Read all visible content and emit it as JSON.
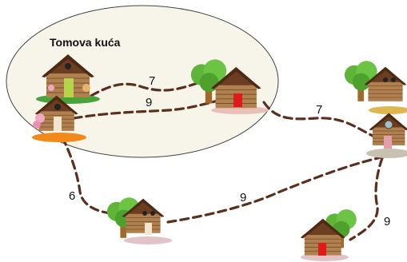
{
  "region": {
    "title": "Tomova kuća"
  },
  "roads": {
    "a": "7",
    "b": "9",
    "c": "7",
    "d": "6",
    "e": "9",
    "f": "9"
  },
  "colors": {
    "path": "#5a2f1e",
    "wood": "#b0814f",
    "wood_dark": "#7a4e2c",
    "roof": "#6b3e22",
    "tree": "#5fb43a",
    "trunk": "#a0682a",
    "door_green": "#b6d34a",
    "door_red": "#e01a1a",
    "door_light": "#f2e6cf",
    "region_fill": "#f7f4ea",
    "region_stroke": "#444444"
  }
}
